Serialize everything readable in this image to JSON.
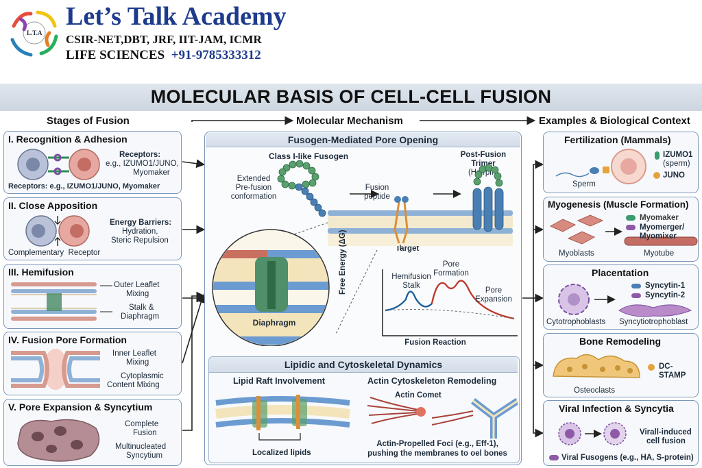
{
  "header": {
    "logo_text": "L.T.A",
    "brand": "Let’s Talk Academy",
    "line1": "CSIR-NET,DBT, JRF, IIT-JAM, ICMR",
    "line2_label": "LIFE SCIENCES",
    "line2_phone": "+91-9785333312"
  },
  "title": "MOLECULAR BASIS OF CELL-CELL FUSION",
  "columns": {
    "left": "Stages of Fusion",
    "middle": "Molecular Mechanism",
    "right": "Examples & Biological Context"
  },
  "stages": {
    "s1": {
      "title": "I. Recognition & Adhesion",
      "receptors_label": "Receptors:",
      "receptors_text": "e.g., IZUMO1/JUNO,",
      "receptors_text2": "Myomaker",
      "footer": "Receptors: e.g., IZUMO1/JUNO, Myomaker"
    },
    "s2": {
      "title": "II. Close Apposition",
      "energy_label": "Energy Barriers:",
      "energy_1": "Hydration,",
      "energy_2": "Steric Repulsion",
      "footer": "Complementary  Receptor"
    },
    "s3": {
      "title": "III. Hemifusion",
      "label_1a": "Outer Leaflet",
      "label_1b": "Mixing",
      "label_2a": "Stalk &",
      "label_2b": "Diaphragm"
    },
    "s4": {
      "title": "IV. Fusion Pore Formation",
      "label_1a": "Inner Leaflet",
      "label_1b": "Mixing",
      "label_2a": "Cytoplasmic",
      "label_2b": "Content Mixing"
    },
    "s5": {
      "title": "V. Pore Expansion & Syncytium",
      "label_1a": "Complete",
      "label_1b": "Fusion",
      "label_2a": "Multinucleated",
      "label_2b": "Syncytium"
    }
  },
  "mechanism": {
    "top_title": "Fusogen-Mediated Pore Opening",
    "class_label": "Class I-like Fusogen",
    "extended_1": "Extended",
    "extended_2": "Pre-fusion",
    "extended_3": "conformation",
    "fusion_peptide_1": "Fusion",
    "fusion_peptide_2": "peptide",
    "post_1": "Post-Fusion",
    "post_2": "Trimer",
    "post_3": "(Hairpin)",
    "target": "Target",
    "diaphragm": "Diaphragm",
    "energy_chart": {
      "ylabel": "Free Energy (ΔG)",
      "xlabel": "Fusion Reaction",
      "hemi_1": "Hemifusion",
      "hemi_2": "Stalk",
      "pore_1": "Pore",
      "pore_2": "Formation",
      "exp_1": "Pore",
      "exp_2": "Expansion"
    },
    "bottom_title": "Lipidic and Cytoskeletal Dynamics",
    "raft_title": "Lipid Raft Involvement",
    "raft_label": "Localized lipids",
    "actin_title": "Actin Cytoskeleton Remodeling",
    "actin_comet": "Actin Comet",
    "actin_caption_1": "Actin-Propelled Foci (e.g., Eff-1),",
    "actin_caption_2": "pushing the membranes to oel bones"
  },
  "examples": {
    "e1": {
      "title": "Fertilization (Mammals)",
      "sperm": "Sperm",
      "izumo": "IZUMO1",
      "izumo_sub": "(sperm)",
      "juno": "JUNO"
    },
    "e2": {
      "title": "Myogenesis (Muscle Formation)",
      "myomaker": "Myomaker",
      "myomerger_1": "Myomerger/",
      "myomerger_2": "Myomixer",
      "myoblasts": "Myoblasts",
      "myotube": "Myotube"
    },
    "e3": {
      "title": "Placentation",
      "syncytin1": "Syncytin-1",
      "syncytin2": "Syncytin-2",
      "cyto": "Cytotrophoblasts",
      "syncytio": "Syncytiotrophoblast"
    },
    "e4": {
      "title": "Bone Remodeling",
      "dcstamp": "DC-STAMP",
      "osteoclasts": "Osteoclasts"
    },
    "e5": {
      "title": "Viral Infection & Syncytia",
      "virall_1": "Virall-induced",
      "virall_2": "cell fusion",
      "fusogens": "Viral Fusogens (e.g., HA, S-protein)"
    }
  },
  "colors": {
    "accent": "#1d3b8c",
    "panel_border": "#7a96b8",
    "membrane_head": "#8fb1d6",
    "pore_red": "#c0392b"
  }
}
